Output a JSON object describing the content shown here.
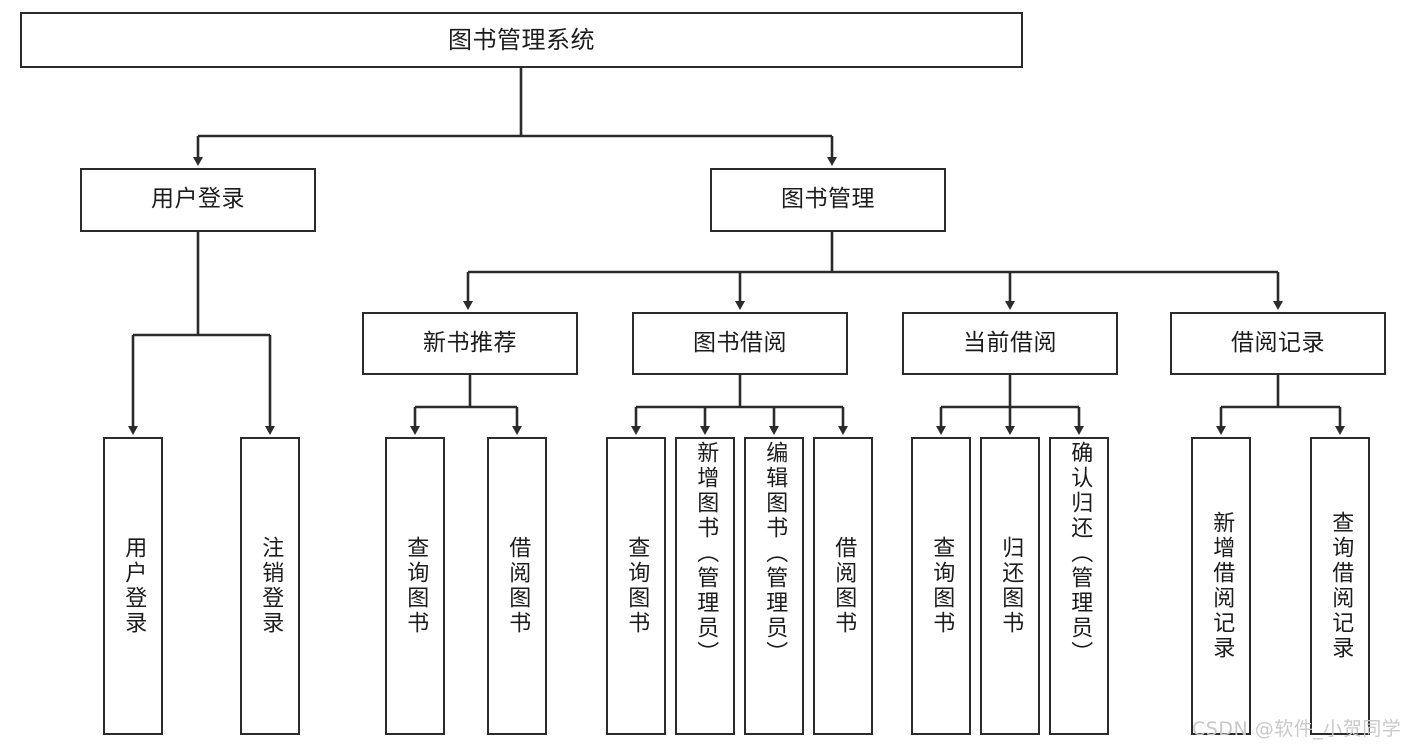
{
  "diagram": {
    "type": "tree-hierarchy",
    "title": "图书管理系统",
    "style": {
      "border_color": "#2b2b2b",
      "text_color": "#1c1c1c",
      "background": "#ffffff",
      "edge_color": "#2b2b2b",
      "watermark_color": "#c9c9c9"
    },
    "nodes": {
      "root": {
        "label": "图书管理系统"
      },
      "level2": [
        {
          "id": "user-login",
          "label": "用户登录"
        },
        {
          "id": "book-manage",
          "label": "图书管理"
        }
      ],
      "level3": [
        {
          "id": "new-book-recommend",
          "label": "新书推荐"
        },
        {
          "id": "book-borrow",
          "label": "图书借阅"
        },
        {
          "id": "current-borrow",
          "label": "当前借阅"
        },
        {
          "id": "borrow-record",
          "label": "借阅记录"
        }
      ],
      "leaves": {
        "user_login": [
          {
            "id": "leaf-user-login",
            "label": "用户登录"
          },
          {
            "id": "leaf-user-logout",
            "label": "注销登录"
          }
        ],
        "new_book_recommend": [
          {
            "id": "leaf-query-book-1",
            "label": "查询图书"
          },
          {
            "id": "leaf-borrow-book-1",
            "label": "借阅图书"
          }
        ],
        "book_borrow": [
          {
            "id": "leaf-query-book-2",
            "label": "查询图书"
          },
          {
            "id": "leaf-add-book",
            "label": "新增图书（管理员）"
          },
          {
            "id": "leaf-edit-book",
            "label": "编辑图书（管理员）"
          },
          {
            "id": "leaf-borrow-book-2",
            "label": "借阅图书"
          }
        ],
        "current_borrow": [
          {
            "id": "leaf-query-book-3",
            "label": "查询图书"
          },
          {
            "id": "leaf-return-book",
            "label": "归还图书"
          },
          {
            "id": "leaf-confirm-return",
            "label": "确认归还（管理员）"
          }
        ],
        "borrow_record": [
          {
            "id": "leaf-add-record",
            "label": "新增借阅记录"
          },
          {
            "id": "leaf-query-record",
            "label": "查询借阅记录"
          }
        ]
      }
    },
    "watermark": "CSDN @软件_小贺同学"
  }
}
